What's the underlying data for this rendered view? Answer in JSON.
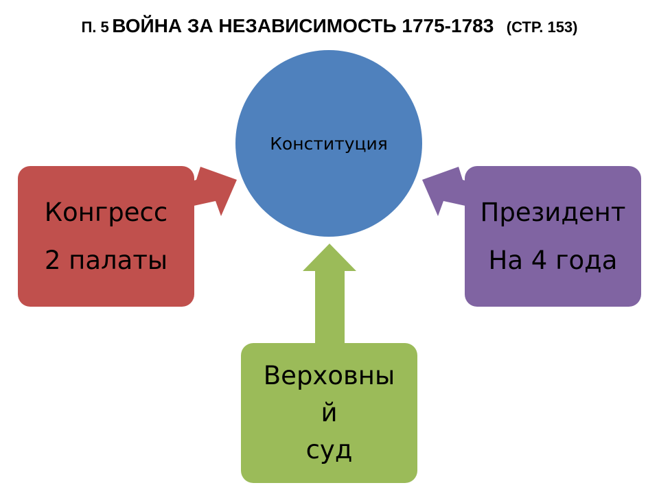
{
  "header": {
    "prefix": "П. 5",
    "title": "ВОЙНА ЗА НЕЗАВИСИМОСТЬ 1775-1783",
    "page_ref": "(СТР. 153)"
  },
  "diagram": {
    "center": {
      "label": "Конституция",
      "color": "#4f81bd"
    },
    "left_box": {
      "line1": "Конгресс",
      "line2": "2 палаты",
      "color": "#c0504d"
    },
    "right_box": {
      "line1": "Президент",
      "line2": "На 4 года",
      "color": "#8064a2"
    },
    "bottom_box": {
      "line1": "Верховны",
      "line2": "й",
      "line3": "суд",
      "color": "#9bbb59"
    }
  }
}
